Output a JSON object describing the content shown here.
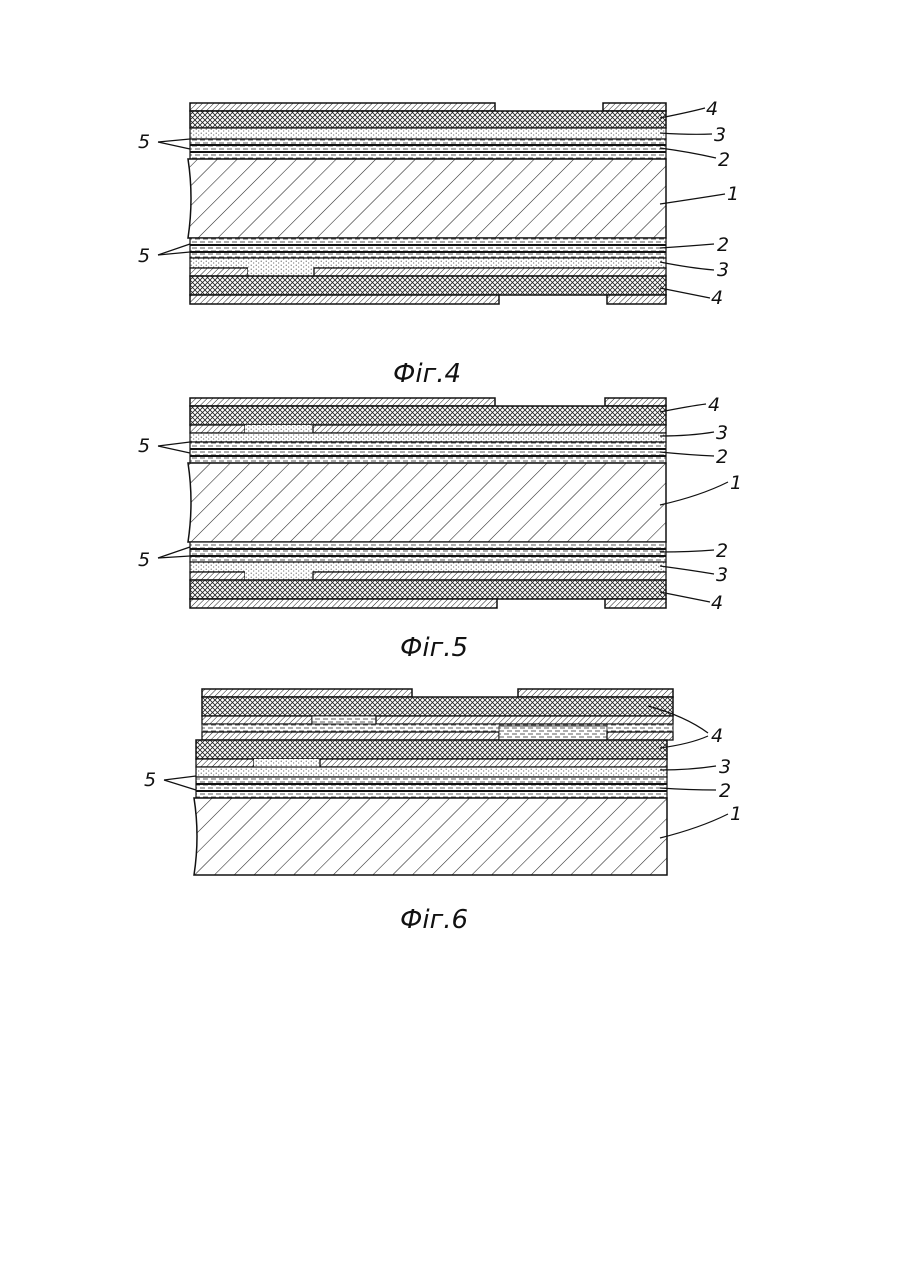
{
  "figures": [
    {
      "caption": "Фіг.4",
      "labels": {
        "substrate": "1",
        "layer2_top": "2",
        "layer3_top": "3",
        "layer4_top": "4",
        "layer2_bot": "2",
        "layer3_bot": "3",
        "layer4_bot": "4",
        "ref5_top": "5",
        "ref5_bot": "5"
      }
    },
    {
      "caption": "Фіг.5",
      "labels": {
        "substrate": "1",
        "layer2_top": "2",
        "layer3_top": "3",
        "layer4_top": "4",
        "layer2_bot": "2",
        "layer3_bot": "3",
        "layer4_bot": "4",
        "ref5_top": "5",
        "ref5_bot": "5"
      }
    },
    {
      "caption": "Фіг.6",
      "labels": {
        "substrate": "1",
        "layer2": "2",
        "layer3": "3",
        "layer4": "4",
        "ref5": "5"
      }
    }
  ],
  "colors": {
    "ink": "#111111",
    "paper": "#ffffff"
  }
}
